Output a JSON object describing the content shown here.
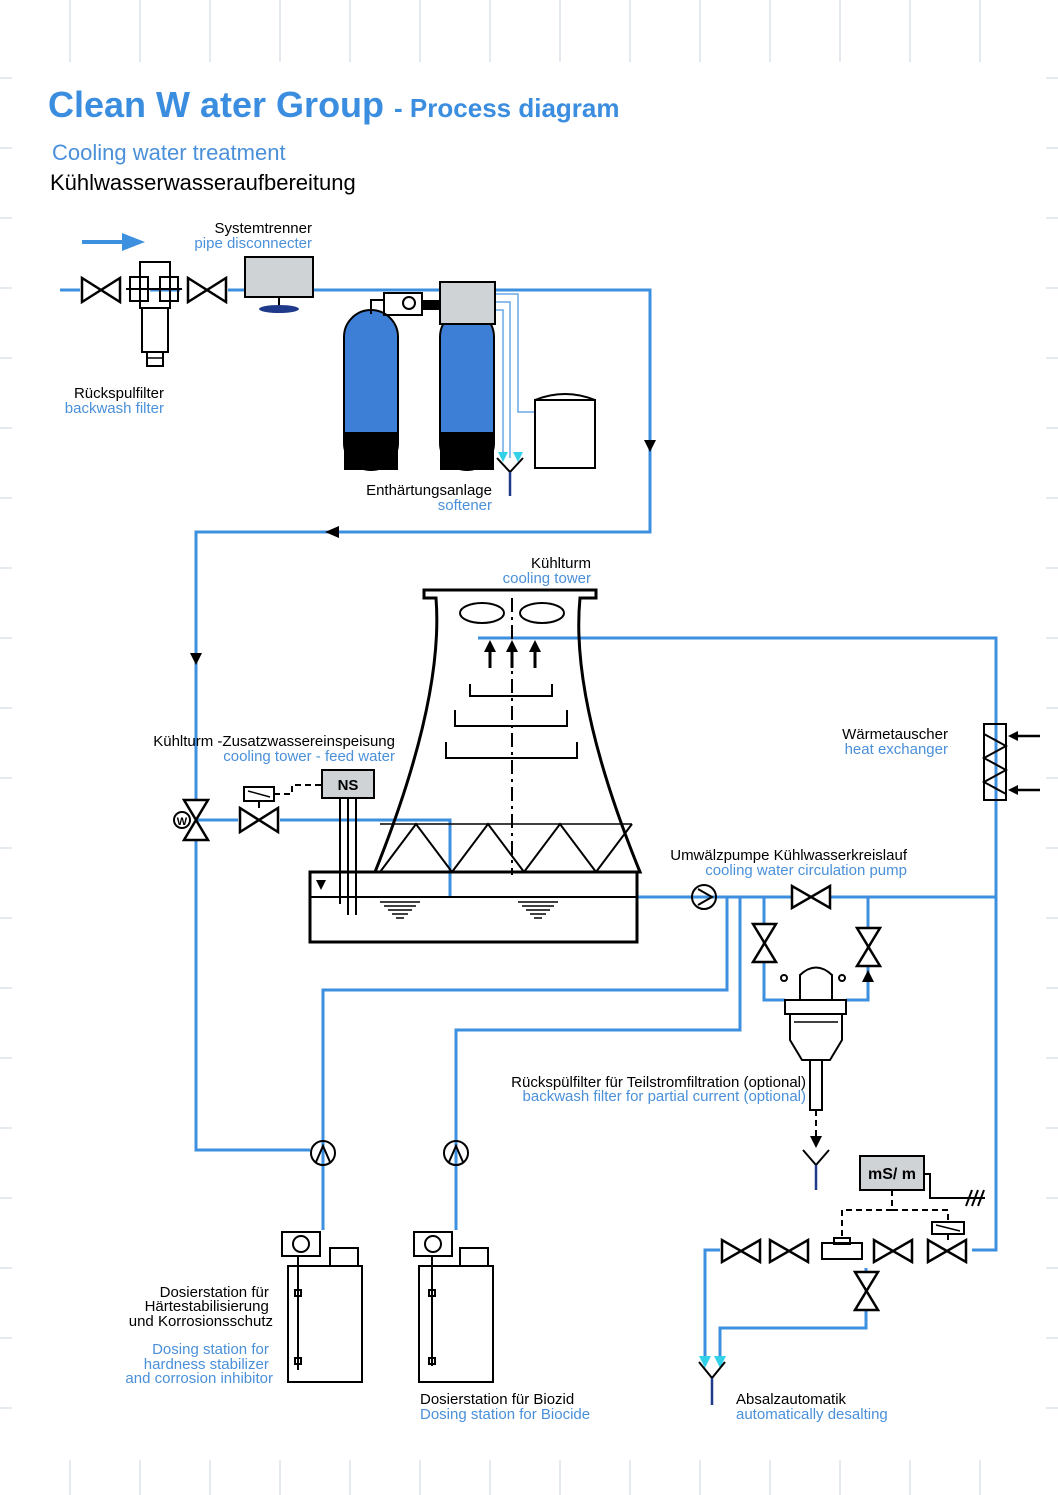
{
  "header": {
    "title": "Clean W ater Group",
    "title_suffix": "- Process diagram",
    "subtitle_en": "Cooling water treatment",
    "subtitle_de": "Kühlwasserwasseraufbereitung"
  },
  "components": {
    "pipe_disconnecter": {
      "de": "Systemtrenner",
      "en": "pipe disconnecter"
    },
    "backwash_filter": {
      "de": "Rückspulfilter",
      "en": "backwash filter"
    },
    "softener": {
      "de": "Enthärtungsanlage",
      "en": "softener"
    },
    "cooling_tower": {
      "de": "Kühlturm",
      "en": "cooling tower"
    },
    "feed_water": {
      "de": "Kühlturm -Zusatzwassereinspeisung",
      "en": "cooling tower - feed water"
    },
    "heat_exchanger": {
      "de": "Wärmetauscher",
      "en": "heat exchanger"
    },
    "circulation_pump": {
      "de": "Umwälzpumpe Kühlwasserkreislauf",
      "en": "cooling water circulation pump"
    },
    "partial_filter": {
      "de": "Rückspülfilter für Teilstromfiltration (optional)",
      "en": "backwash filter for partial current (optional)"
    },
    "dosing_hardness": {
      "de_lines": [
        "Dosierstation für",
        "Härtestabilisierung",
        "und Korrosionsschutz"
      ],
      "en_lines": [
        "Dosing station for",
        "hardness stabilizer",
        "and corrosion inhibitor"
      ]
    },
    "dosing_biocide": {
      "de": "Dosierstation für Biozid",
      "en": "Dosing station for Biocide"
    },
    "desalting": {
      "de": "Absalzautomatik",
      "en": "automatically desalting"
    }
  },
  "instruments": {
    "level_switch": "NS",
    "conductivity": "mS/ m",
    "water_meter": "W"
  },
  "colors": {
    "pipe": "#3d8fe0",
    "label_en": "#4a90d9",
    "title": "#3a8ddf",
    "tank": "#3d7fd6"
  }
}
